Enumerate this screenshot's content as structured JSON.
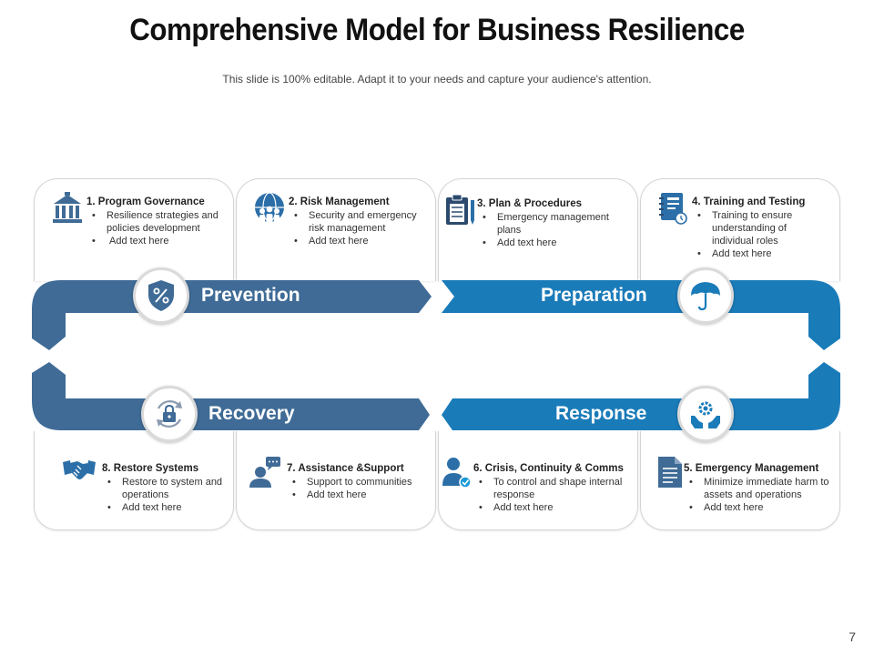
{
  "title": "Comprehensive Model for Business Resilience",
  "subtitle": "This slide is 100% editable. Adapt it to your needs and capture your audience's attention.",
  "page_number": "7",
  "colors": {
    "dark_blue": "#3f6b96",
    "bright_blue": "#1a7bb9",
    "icon_blue": "#2c6fa8"
  },
  "phases": {
    "prevention": "Prevention",
    "preparation": "Preparation",
    "recovery": "Recovery",
    "response": "Response"
  },
  "cards": {
    "c1": {
      "head": "1. Program Governance",
      "b1": "Resilience strategies and policies development",
      "b2": "Add text here",
      "icon": "government-building-icon"
    },
    "c2": {
      "head": "2. Risk Management",
      "b1": "Security and emergency risk management",
      "b2": "Add text here",
      "icon": "globe-people-icon"
    },
    "c3": {
      "head": "3. Plan & Procedures",
      "b1": "Emergency management plans",
      "b2": "Add text here",
      "icon": "clipboard-pen-icon"
    },
    "c4": {
      "head": "4. Training and Testing",
      "b1": "Training to ensure understanding of individual roles",
      "b2": "Add text here",
      "icon": "notebook-clock-icon"
    },
    "c5": {
      "head": "5. Emergency Management",
      "b1": "Minimize immediate harm to assets and operations",
      "b2": "Add text here",
      "icon": "document-icon"
    },
    "c6": {
      "head": "6. Crisis, Continuity  & Comms",
      "b1": "To control and shape internal response",
      "b2": "Add text here",
      "icon": "user-check-icon"
    },
    "c7": {
      "head": "7. Assistance &Support",
      "b1": "Support to communities",
      "b2": "Add text here",
      "icon": "user-chat-icon"
    },
    "c8": {
      "head": "8. Restore Systems",
      "b1": "Restore to system and operations",
      "b2": "Add text here",
      "icon": "handshake-icon"
    }
  }
}
